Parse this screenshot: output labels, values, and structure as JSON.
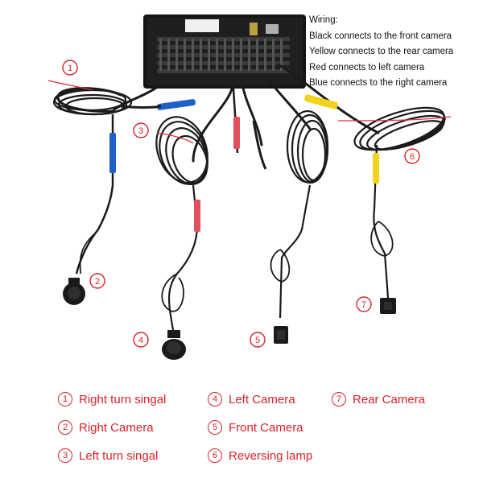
{
  "wiring": {
    "title": "Wiring:",
    "lines": [
      "Black connects to the front camera",
      "Yellow connects to the rear camera",
      "Red connects to left camera",
      "Blue connects to the right camera"
    ]
  },
  "callouts": [
    "1",
    "2",
    "3",
    "4",
    "5",
    "6",
    "7"
  ],
  "legend": [
    {
      "num": "1",
      "label": "Right turn singal"
    },
    {
      "num": "2",
      "label": "Right Camera"
    },
    {
      "num": "3",
      "label": "Left turn singal"
    },
    {
      "num": "4",
      "label": "Left Camera"
    },
    {
      "num": "5",
      "label": "Front Camera"
    },
    {
      "num": "6",
      "label": "Reversing lamp"
    },
    {
      "num": "7",
      "label": "Rear Camera"
    }
  ],
  "colors": {
    "accent_red": "#d8232a",
    "cable_black": "#1b1b1b",
    "sleeve_blue": "#1e5fc8",
    "sleeve_yellow": "#f2d31b",
    "sleeve_red": "#e0505e",
    "thin_wire_red": "#e0323a"
  }
}
